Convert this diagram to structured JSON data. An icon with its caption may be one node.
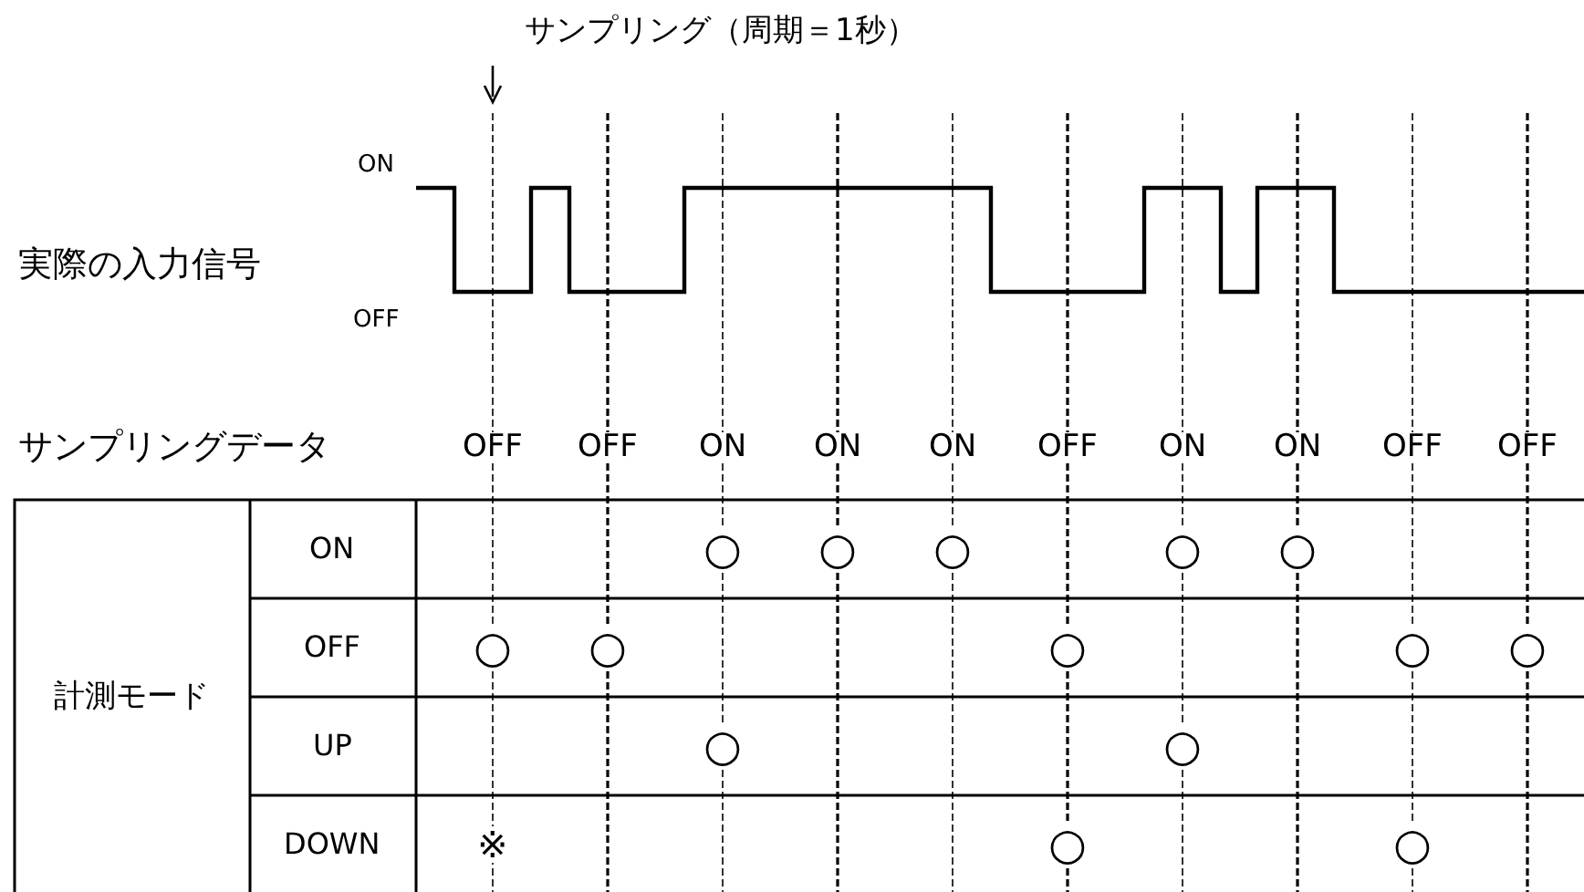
{
  "diagram": {
    "title": "サンプリング（周期＝1秒）",
    "labels": [
      "ON",
      "実際の入力信号",
      "OFF",
      "サンプリングデータ",
      "OFF",
      "OFF",
      "ON",
      "ON",
      "ON",
      "OFF",
      "ON",
      "ON",
      "OFF",
      "OFF",
      "計測モード",
      "ON",
      "○",
      "○",
      "○",
      "○",
      "○",
      "OFF",
      "○",
      "○",
      "○",
      "○",
      "○",
      "UP",
      "○",
      "○",
      "DOWN",
      "※",
      "○",
      "○"
    ]
  }
}
